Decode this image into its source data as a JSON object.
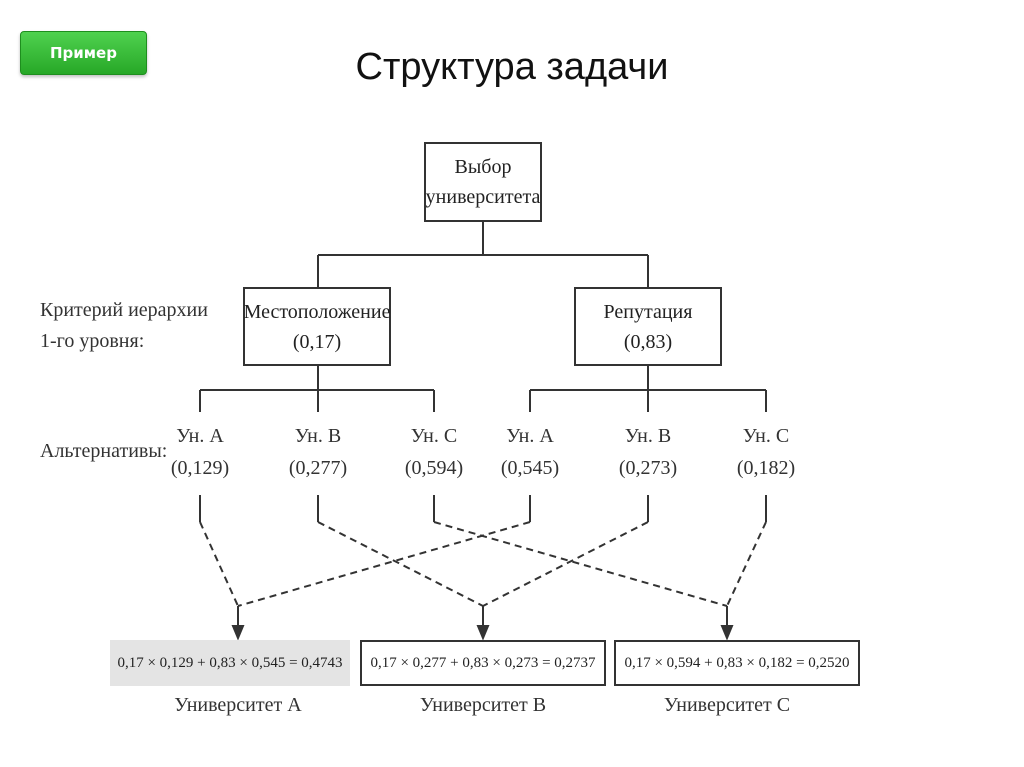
{
  "badge": {
    "label": "Пример"
  },
  "title": "Структура задачи",
  "goal": {
    "line1": "Выбор",
    "line2": "университета"
  },
  "criteria_label": {
    "line1": "Критерий иерархии",
    "line2": "1-го уровня:"
  },
  "criteria": [
    {
      "name": "Местоположение",
      "weight": "(0,17)"
    },
    {
      "name": "Репутация",
      "weight": "(0,83)"
    }
  ],
  "alternatives_label": "Альтернативы:",
  "alternatives": [
    {
      "name": "Ун. А",
      "weight": "(0,129)"
    },
    {
      "name": "Ун. В",
      "weight": "(0,277)"
    },
    {
      "name": "Ун. С",
      "weight": "(0,594)"
    },
    {
      "name": "Ун. А",
      "weight": "(0,545)"
    },
    {
      "name": "Ун. В",
      "weight": "(0,273)"
    },
    {
      "name": "Ун. С",
      "weight": "(0,182)"
    }
  ],
  "results": [
    {
      "formula": "0,17 × 0,129 + 0,83 × 0,545 = 0,4743",
      "label": "Университет А"
    },
    {
      "formula": "0,17 × 0,277 + 0,83 × 0,273 = 0,2737",
      "label": "Университет В"
    },
    {
      "formula": "0,17 × 0,594 + 0,83 × 0,182 = 0,2520",
      "label": "Университет С"
    }
  ]
}
